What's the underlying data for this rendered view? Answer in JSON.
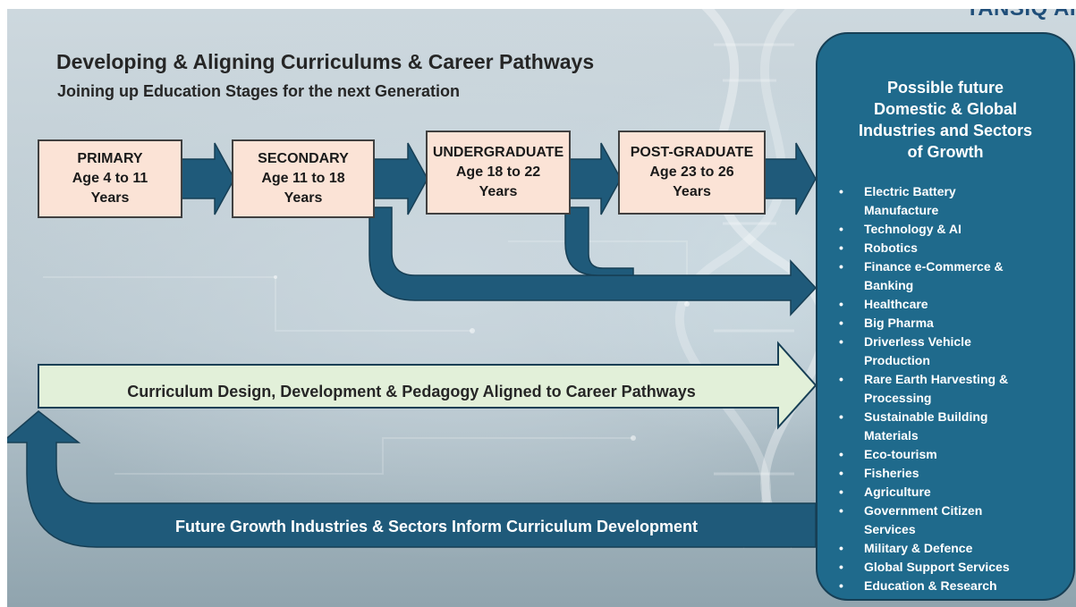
{
  "brand": "TANSIQ AI",
  "title": "Developing & Aligning Curriculums & Career Pathways",
  "subtitle": "Joining up Education Stages for the next Generation",
  "stages": [
    {
      "name": "PRIMARY",
      "age": "Age 4 to 11",
      "unit": "Years"
    },
    {
      "name": "SECONDARY",
      "age": "Age 11 to 18",
      "unit": "Years"
    },
    {
      "name": "UNDERGRADUATE",
      "age": "Age 18 to 22",
      "unit": "Years"
    },
    {
      "name": "POST-GRADUATE",
      "age": "Age 23 to 26",
      "unit": "Years"
    }
  ],
  "curriculum_arrow": "Curriculum Design, Development & Pedagogy Aligned to Career Pathways",
  "feedback_arrow": "Future Growth Industries & Sectors Inform Curriculum Development",
  "industries_panel": {
    "title_lines": [
      "Possible future",
      "Domestic & Global",
      "Industries and Sectors",
      "of Growth"
    ],
    "items": [
      [
        "Electric Battery",
        "Manufacture"
      ],
      [
        "Technology & AI"
      ],
      [
        "Robotics"
      ],
      [
        "Finance e-Commerce &",
        "Banking"
      ],
      [
        "Healthcare"
      ],
      [
        "Big Pharma"
      ],
      [
        "Driverless Vehicle",
        "Production"
      ],
      [
        "Rare Earth Harvesting &",
        "Processing"
      ],
      [
        "Sustainable Building",
        "Materials"
      ],
      [
        "Eco-tourism"
      ],
      [
        "Fisheries"
      ],
      [
        "Agriculture"
      ],
      [
        "Government Citizen",
        "Services"
      ],
      [
        "Military & Defence"
      ],
      [
        "Global Support Services"
      ],
      [
        "Education & Research"
      ]
    ]
  },
  "colors": {
    "stage_fill": "#fbe3d6",
    "arrow_blue": "#1f5a7a",
    "panel_blue": "#1f6a8c",
    "curriculum_fill": "#e2f0d9",
    "text_dark": "#262626"
  }
}
